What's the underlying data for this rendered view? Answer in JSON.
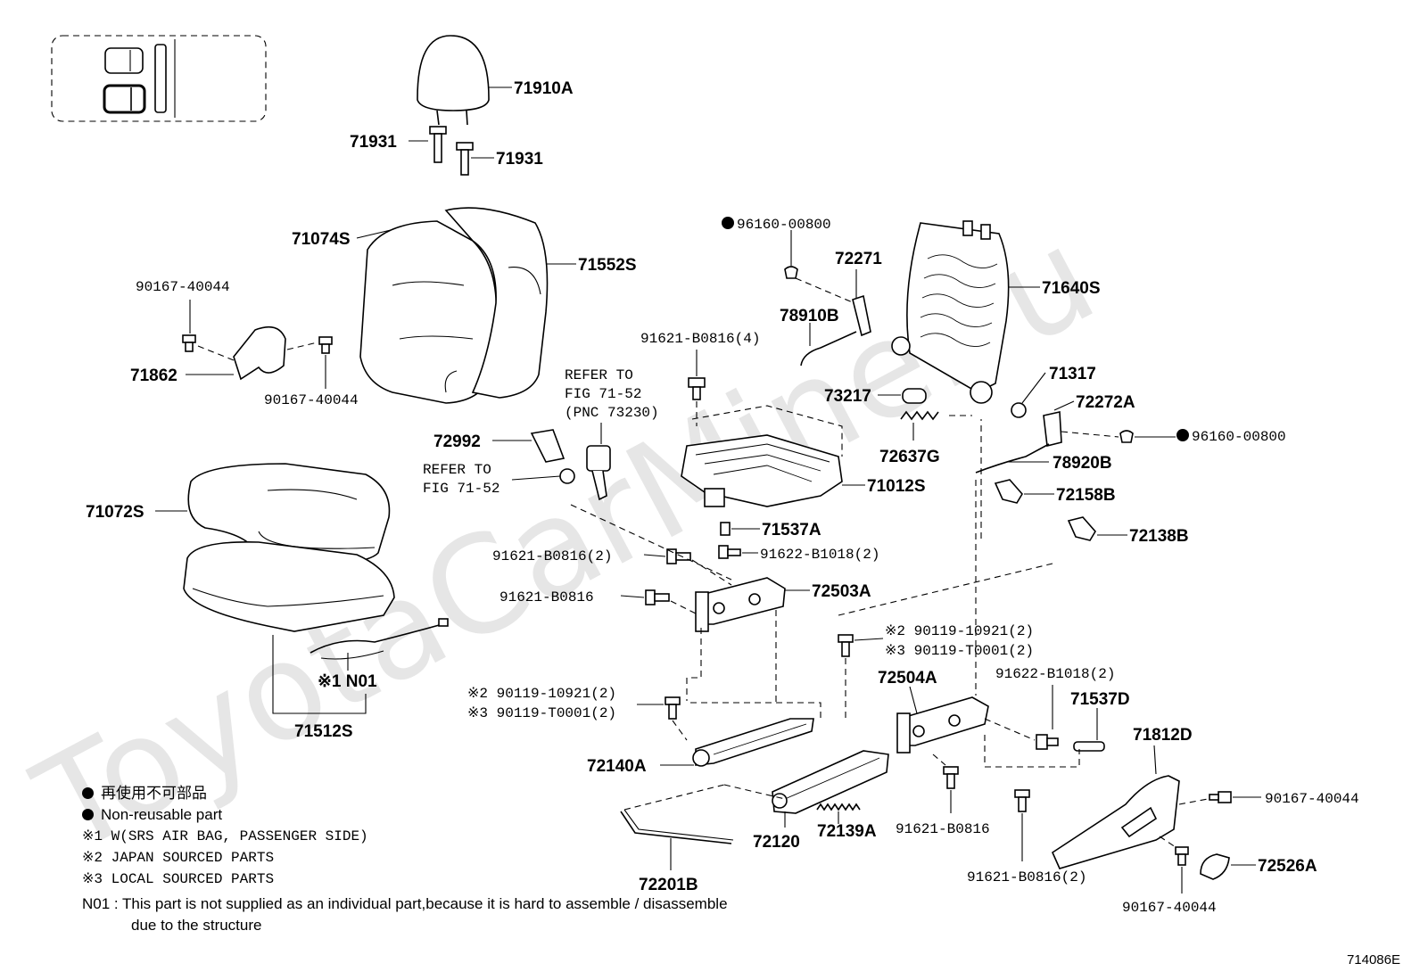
{
  "watermark": "ToyotaCarMine.ru",
  "figure_id": "714086E",
  "parts": {
    "p71910A": "71910A",
    "p71931a": "71931",
    "p71931b": "71931",
    "p71074S": "71074S",
    "p71552S": "71552S",
    "p90167_40044_a": "90167-40044",
    "p71862": "71862",
    "p90167_40044_b": "90167-40044",
    "p96160_00800_a": "96160-00800",
    "p72271": "72271",
    "p71640S": "71640S",
    "p78910B": "78910B",
    "p91621_B0816_4": "91621-B0816(4)",
    "p71317": "71317",
    "p73217": "73217",
    "p72272A": "72272A",
    "p96160_00800_b": "96160-00800",
    "p72637G": "72637G",
    "p78920B": "78920B",
    "p72158B": "72158B",
    "p72138B": "72138B",
    "p72992": "72992",
    "p71012S": "71012S",
    "p71537A": "71537A",
    "p71072S": "71072S",
    "p91621_B0816_2": "91621-B0816(2)",
    "p91622_B1018_2_a": "91622-B1018(2)",
    "p91621_B0816_a": "91621-B0816",
    "p72503A": "72503A",
    "p90119_10921_2_a": "※2 90119-10921(2)",
    "p90119_T0001_2_a": "※3 90119-T0001(2)",
    "pN01": "※1 N01",
    "p72504A": "72504A",
    "p91622_B1018_2_b": "91622-B1018(2)",
    "p71537D": "71537D",
    "p90119_10921_2_b": "※2 90119-10921(2)",
    "p90119_T0001_2_b": "※3 90119-T0001(2)",
    "p71812D": "71812D",
    "p71512S": "71512S",
    "p72140A": "72140A",
    "p90167_40044_c": "90167-40044",
    "p72120": "72120",
    "p72139A": "72139A",
    "p91621_B0816_b": "91621-B0816",
    "p72526A": "72526A",
    "p72201B": "72201B",
    "p91621_B0816_2_b": "91621-B0816(2)",
    "p90167_40044_d": "90167-40044"
  },
  "refs": {
    "ref1_l1": "REFER TO",
    "ref1_l2": "FIG 71-52",
    "ref1_l3": "(PNC 73230)",
    "ref2_l1": "REFER TO",
    "ref2_l2": "FIG 71-52"
  },
  "legend": {
    "jp": "再使用不可部品",
    "en": "Non-reusable part",
    "note1": "※1 W(SRS AIR BAG, PASSENGER SIDE)",
    "note2": "※2 JAPAN SOURCED PARTS",
    "note3": "※3 LOCAL SOURCED PARTS",
    "n01_l1": "N01 :  This part is not supplied as an individual part,because it is hard to assemble / disassemble",
    "n01_l2": "due to the structure"
  }
}
